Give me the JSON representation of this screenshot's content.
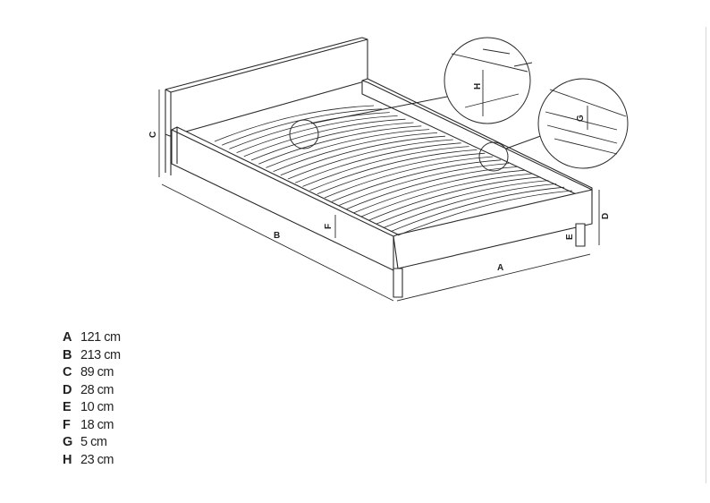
{
  "diagram_labels": {
    "A": "A",
    "B": "B",
    "C": "C",
    "D": "D",
    "E": "E",
    "F": "F",
    "G": "G",
    "H": "H"
  },
  "dimensions": [
    {
      "letter": "A",
      "value": "121 cm"
    },
    {
      "letter": "B",
      "value": "213 cm"
    },
    {
      "letter": "C",
      "value": "89 cm"
    },
    {
      "letter": "D",
      "value": "28 cm"
    },
    {
      "letter": "E",
      "value": "10 cm"
    },
    {
      "letter": "F",
      "value": "18 cm"
    },
    {
      "letter": "G",
      "value": "5 cm"
    },
    {
      "letter": "H",
      "value": "23 cm"
    }
  ],
  "colors": {
    "line": "#2a2a2a",
    "background": "#ffffff"
  }
}
